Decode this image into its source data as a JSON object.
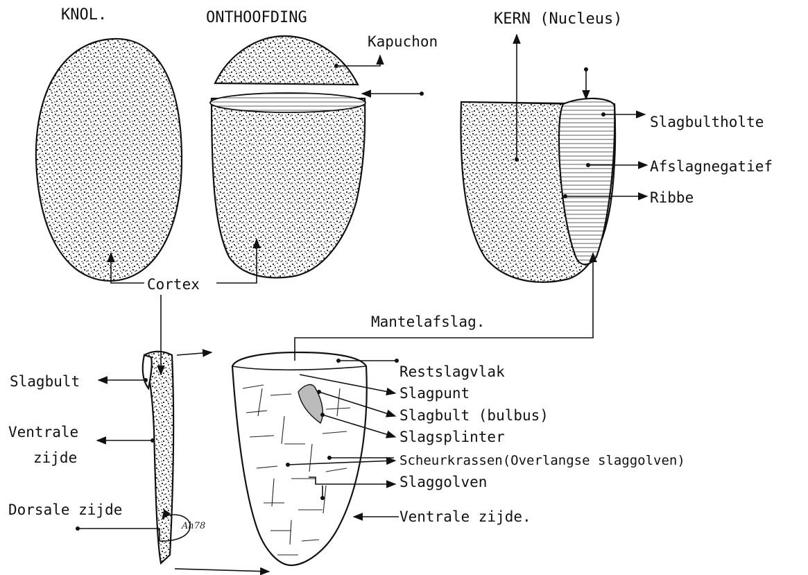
{
  "headings": {
    "knol": "KNOL.",
    "onthoofding": "ONTHOOFDING",
    "kern": "KERN (Nucleus)"
  },
  "labels": {
    "kapuchon": "Kapuchon",
    "slagbultholte": "Slagbultholte",
    "afslagnegatief": "Afslagnegatief",
    "ribbe": "Ribbe",
    "cortex": "Cortex",
    "mantelafslag": "Mantelafslag.",
    "slagbult_left": "Slagbult",
    "ventrale_line1": "Ventrale",
    "ventrale_line2": "zijde",
    "dorsale": "Dorsale zijde",
    "restslagvlak": "Restslagvlak",
    "slagpunt": "Slagpunt",
    "slagbult_bulbus": "Slagbult (bulbus)",
    "slagsplinter": "Slagsplinter",
    "scheurkrassen": "Scheurkrassen(Overlangse slaggolven)",
    "slaggolven": "Slaggolven",
    "ventrale_zijde": "Ventrale zijde."
  },
  "signature": "Ah78",
  "colors": {
    "ink": "#111111",
    "stone": "#ffffff"
  }
}
